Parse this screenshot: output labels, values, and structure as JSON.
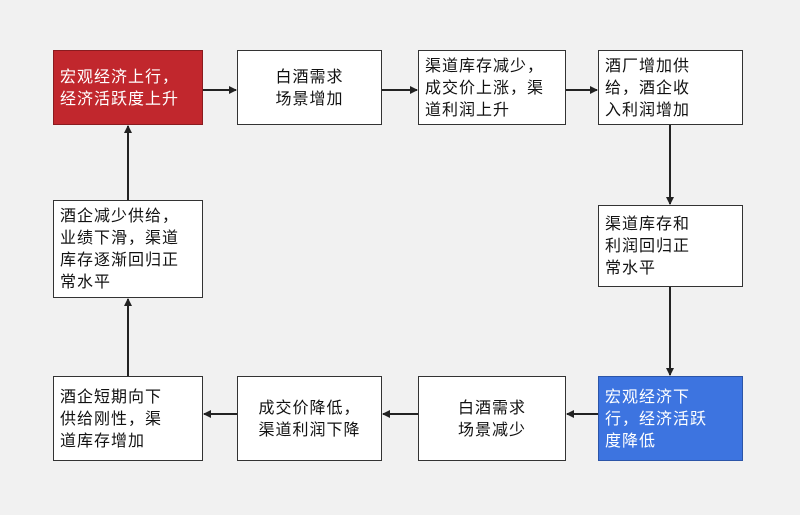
{
  "nodes": {
    "n1": "宏观经济上行，\n经济活跃度上升",
    "n2": "白酒需求\n场景增加",
    "n3": "渠道库存减少，\n成交价上涨，渠\n道利润上升",
    "n4": "酒厂增加供\n给，酒企收\n入利润增加",
    "n5": "渠道库存和\n利润回归正\n常水平",
    "n6": "宏观经济下\n行，经济活跃\n度降低",
    "n7": "白酒需求\n场景减少",
    "n8": "成交价降低，\n渠道利润下降",
    "n9": "酒企短期向下\n供给刚性，渠\n道库存增加",
    "n10": "酒企减少供给，\n业绩下滑，渠道\n库存逐渐回归正\n常水平"
  },
  "colors": {
    "highlight_up": "#c1272d",
    "highlight_down": "#3d74e0"
  }
}
